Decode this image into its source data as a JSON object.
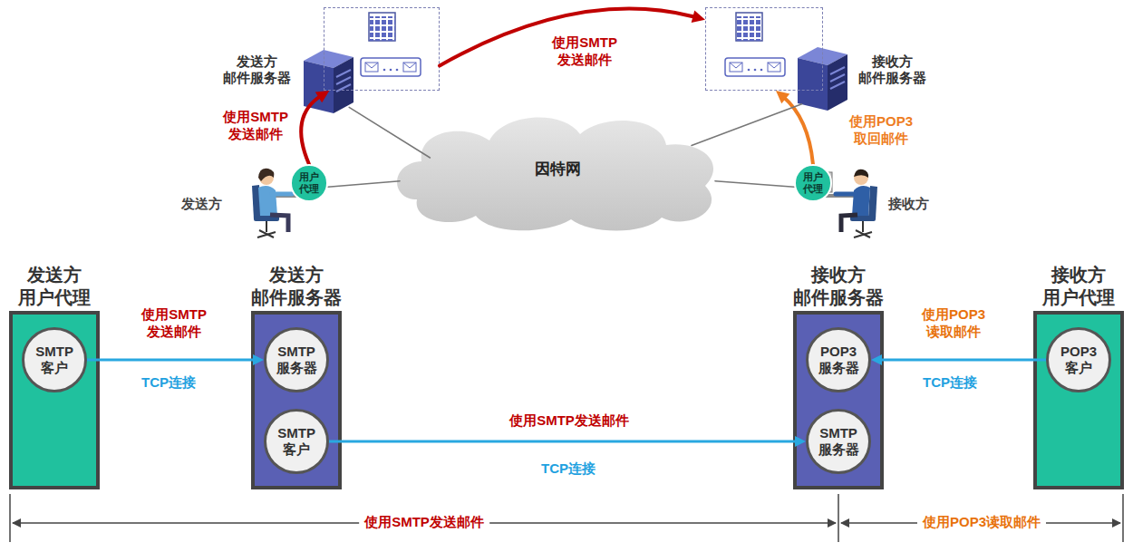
{
  "diagram": {
    "nodes": [
      {
        "text": [
          "发送方 邮件服务器"
        ]
      },
      {
        "text": [
          "接收方 邮件服务器"
        ]
      },
      {
        "text": [
          "因特网"
        ]
      },
      {
        "text": [
          "用户 代理"
        ]
      },
      {
        "text": [
          "用户 代理"
        ]
      },
      {
        "text": [
          "发送方 用户代理"
        ]
      },
      {
        "text": [
          "SMTP 客户"
        ],
        "in": 5
      },
      {
        "text": [
          "发送方 邮件服务器"
        ]
      },
      {
        "text": [
          "SMTP 服务器"
        ],
        "in": 7
      },
      {
        "text": [
          "SMTP 客户"
        ],
        "in": 7
      },
      {
        "text": [
          "接收方 邮件服务器"
        ]
      },
      {
        "text": [
          "POP3 服务器"
        ],
        "in": 10
      },
      {
        "text": [
          "SMTP 服务器"
        ],
        "in": 10
      },
      {
        "text": [
          "接收方 用户代理"
        ]
      },
      {
        "text": [
          "POP3 客户"
        ],
        "in": 13
      }
    ],
    "edges": [
      {
        "from": 3,
        "to": 0,
        "arrow": "to",
        "label": "使用SMTP 发送邮件"
      },
      {
        "from": 0,
        "to": 1,
        "arrow": "to",
        "label": "使用SMTP 发送邮件"
      },
      {
        "from": 4,
        "to": 1,
        "arrow": "to",
        "label": "使用POP3 取回邮件"
      },
      {
        "from": 0,
        "to": 2,
        "arrow": "none"
      },
      {
        "from": 1,
        "to": 2,
        "arrow": "none"
      },
      {
        "from": 3,
        "to": 2,
        "arrow": "none"
      },
      {
        "from": 4,
        "to": 2,
        "arrow": "none"
      },
      {
        "from": 6,
        "to": 8,
        "arrow": "to",
        "label": "使用SMTP 发送邮件"
      },
      {
        "from": 9,
        "to": 12,
        "arrow": "to",
        "label": "使用SMTP发送邮件"
      },
      {
        "from": 14,
        "to": 11,
        "arrow": "to",
        "label": "使用POP3 读取邮件"
      }
    ],
    "labels": [
      "发送方",
      "接收方",
      "TCP连接",
      "TCP连接",
      "TCP连接",
      "使用SMTP发送邮件",
      "使用POP3读取邮件"
    ]
  }
}
